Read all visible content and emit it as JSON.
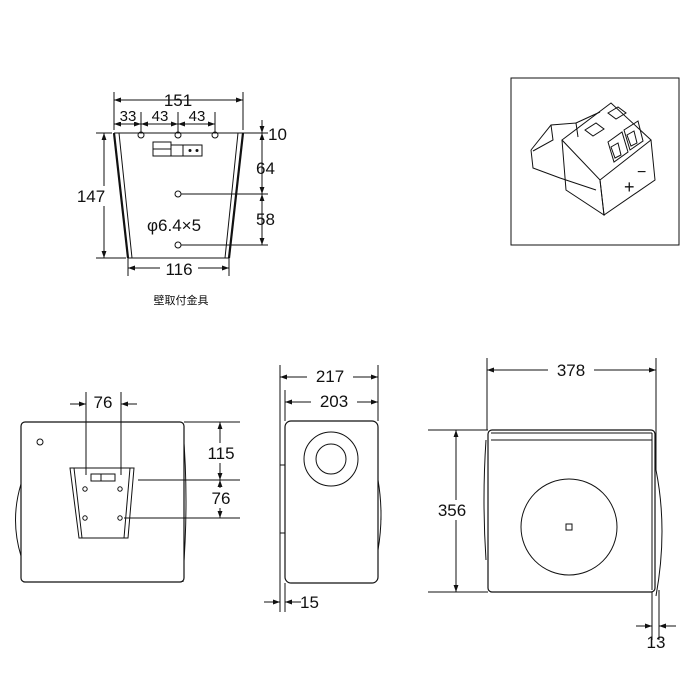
{
  "bracket": {
    "width_total": "151",
    "hole_spacing_left": "33",
    "hole_spacing_mid": "43",
    "hole_spacing_right": "43",
    "top_offset": "10",
    "first_pitch": "64",
    "second_pitch": "58",
    "height": "147",
    "bottom_width": "116",
    "hole_spec": "φ6.4×5",
    "caption": "壁取付金具"
  },
  "rear_view": {
    "bracket_width": "76",
    "upper_offset": "115",
    "lower_offset": "76"
  },
  "side_view": {
    "depth_total": "217",
    "depth_body": "203",
    "bracket_depth": "15"
  },
  "front_view": {
    "width": "378",
    "height": "356",
    "grille_offset": "13"
  },
  "terminal_inset": {
    "plus": "+",
    "minus": "−"
  }
}
